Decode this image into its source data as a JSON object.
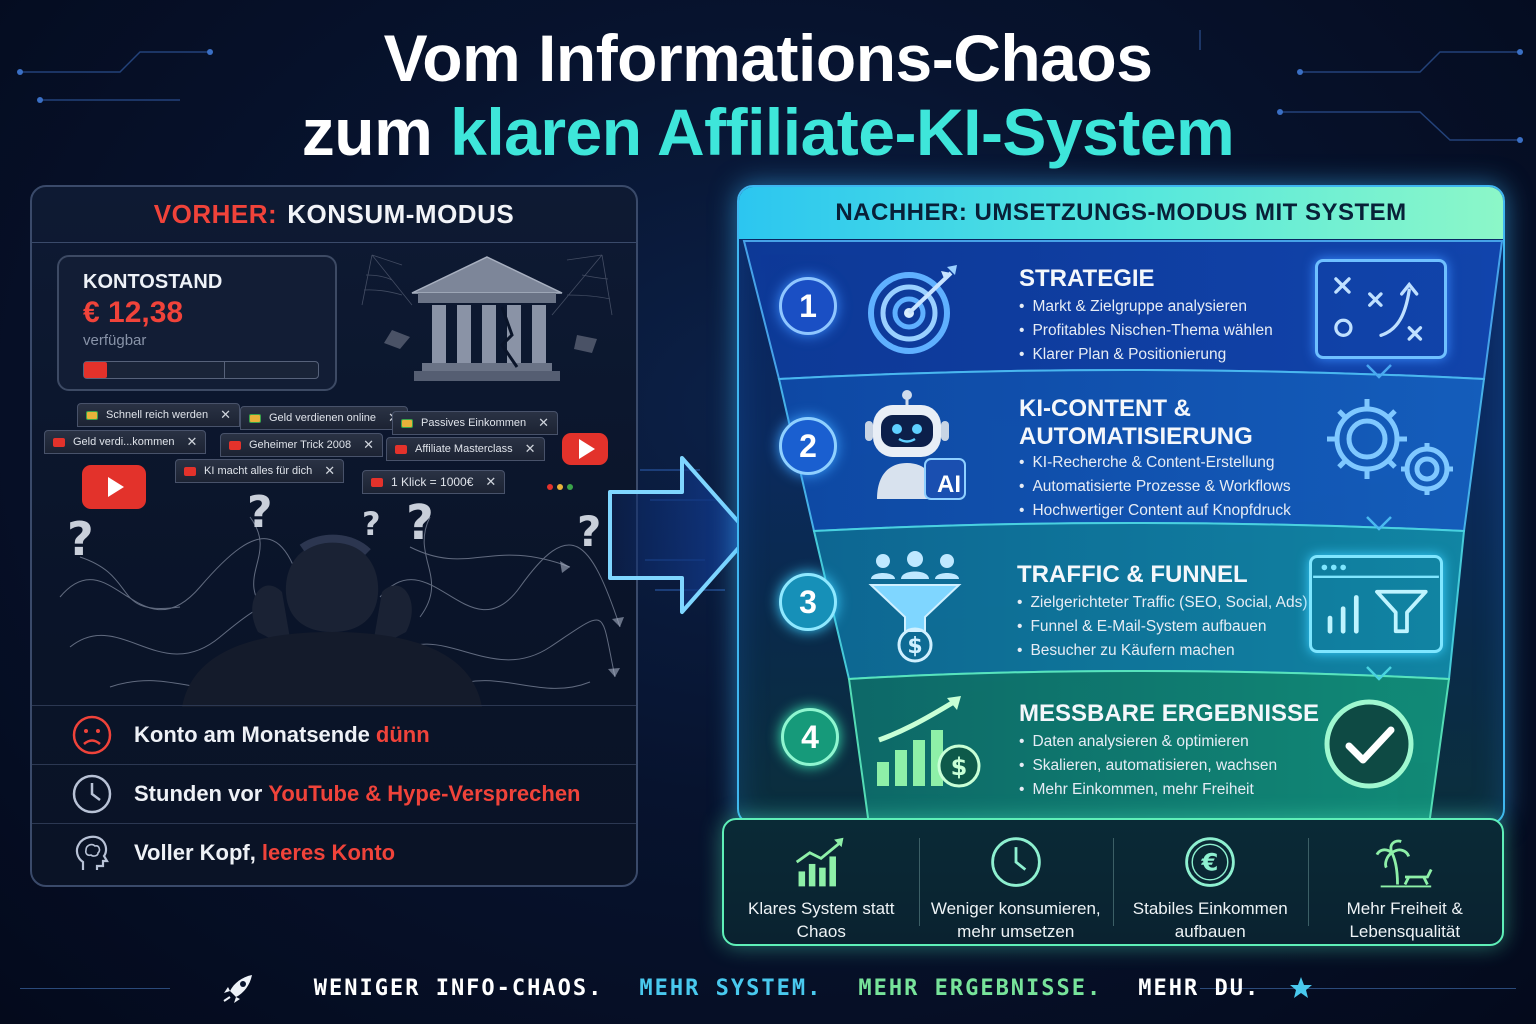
{
  "title": {
    "line1": "Vom Informations-Chaos",
    "line2_prefix": "zum",
    "line2_accent": "klaren Affiliate-KI-System"
  },
  "left": {
    "header_prefix": "VORHER:",
    "header_main": "KONSUM-MODUS",
    "konto": {
      "label": "KONTOSTAND",
      "value": "€ 12,38",
      "sub": "verfügbar",
      "fill_fraction": 0.1
    },
    "tabs": [
      {
        "label": "Schnell reich werden",
        "favicon": "google"
      },
      {
        "label": "Geld verdienen online",
        "favicon": "google"
      },
      {
        "label": "Passives Einkommen",
        "favicon": "google"
      },
      {
        "label": "Geld verdi...kommen",
        "favicon": "youtube"
      },
      {
        "label": "Geheimer Trick 2008",
        "favicon": "youtube"
      },
      {
        "label": "Affiliate Masterclass",
        "favicon": "youtube"
      },
      {
        "label": "KI macht alles für dich",
        "favicon": "youtube"
      },
      {
        "label": "1 Klick = 1000€",
        "favicon": "youtube"
      }
    ],
    "close_glyph": "✕",
    "question_glyph": "?",
    "list": [
      {
        "icon": "sad-face-icon",
        "text": "Konto am Monatsende",
        "highlight": "dünn"
      },
      {
        "icon": "clock-icon",
        "text": "Stunden vor",
        "highlight": "YouTube & Hype-Versprechen"
      },
      {
        "icon": "brain-head-icon",
        "text": "Voller Kopf,",
        "highlight": "leeres Konto"
      }
    ]
  },
  "right": {
    "header": "NACHHER: UMSETZUNGS-MODUS MIT SYSTEM",
    "steps": [
      {
        "number": "1",
        "title": "STRATEGIE",
        "icon": "target-icon",
        "side_icon": "strategy-board-icon",
        "bullets": [
          "Markt & Zielgruppe analysieren",
          "Profitables Nischen-Thema wählen",
          "Klarer Plan & Positionierung"
        ]
      },
      {
        "number": "2",
        "title": "KI-CONTENT & AUTOMATISIERUNG",
        "icon": "robot-ai-icon",
        "badge": "AI",
        "side_icon": "gears-icon",
        "bullets": [
          "KI-Recherche & Content-Erstellung",
          "Automatisierte Prozesse & Workflows",
          "Hochwertiger Content auf Knopfdruck"
        ]
      },
      {
        "number": "3",
        "title": "TRAFFIC & FUNNEL",
        "icon": "people-funnel-icon",
        "side_icon": "funnel-dashboard-icon",
        "bullets": [
          "Zielgerichteter Traffic (SEO, Social, Ads)",
          "Funnel & E-Mail-System aufbauen",
          "Besucher zu Käufern machen"
        ]
      },
      {
        "number": "4",
        "title": "MESSBARE ERGEBNISSE",
        "icon": "growth-chart-icon",
        "side_icon": "checkmark-icon",
        "bullets": [
          "Daten analysieren & optimieren",
          "Skalieren, automatisieren, wachsen",
          "Mehr Einkommen, mehr Freiheit"
        ]
      }
    ]
  },
  "benefits": [
    {
      "icon": "growth-bars-icon",
      "text": "Klares System statt Chaos"
    },
    {
      "icon": "clock-icon",
      "text": "Weniger konsumieren, mehr umsetzen"
    },
    {
      "icon": "euro-coin-icon",
      "text": "Stabiles Einkommen aufbauen"
    },
    {
      "icon": "palm-beach-icon",
      "text": "Mehr Freiheit & Lebensqualität"
    }
  ],
  "tagline": {
    "part1": "WENIGER INFO-CHAOS.",
    "part2": "MEHR SYSTEM.",
    "part3": "MEHR ERGEBNISSE.",
    "part4": "MEHR DU."
  },
  "colors": {
    "accent_cyan": "#3ee6da",
    "alert_red": "#f0433a",
    "panel_blue": "#3fb6f0",
    "success_green": "#5ff0b8"
  }
}
